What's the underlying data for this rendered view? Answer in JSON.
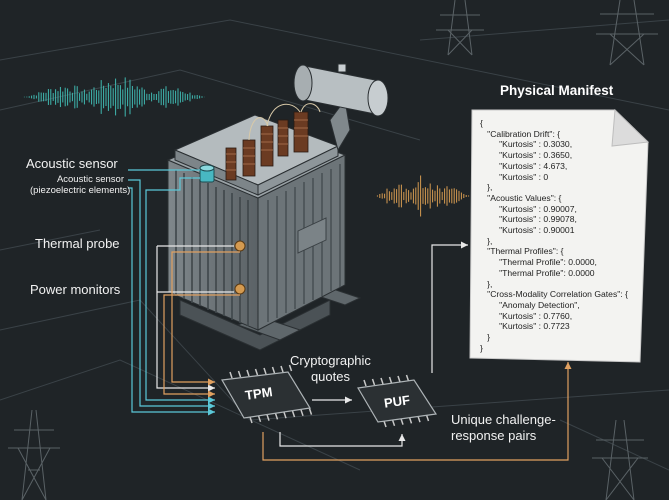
{
  "labels": {
    "acoustic_sensor": "Acoustic sensor",
    "acoustic_sensor_sub1": "Acoustic sensor",
    "acoustic_sensor_sub2": "(piezoelectric elements)",
    "thermal_probe": "Thermal probe",
    "power_monitors": "Power monitors",
    "cryptographic_quotes_1": "Cryptographic",
    "cryptographic_quotes_2": "quotes",
    "challenge_response_1": "Unique challenge-",
    "challenge_response_2": "response pairs"
  },
  "chips": {
    "tpm": "TPM",
    "puf": "PUF"
  },
  "manifest": {
    "title": "Physical Manifest",
    "lines": [
      "{",
      "   \"Calibration Drift\": {",
      "        \"Kurtosis\" : 0.3030,",
      "        \"Kurtosis\" : 0.3650,",
      "        \"Kurtosis\" : 4.673,",
      "        \"Kurtosis\" : 0",
      "   },",
      "   \"Acoustic Values\": {",
      "        \"Kurtosis\" : 0.90007,",
      "        \"Kurtosis\" : 0.99078,",
      "        \"Kurtosis\" : 0.90001",
      "   },",
      "   \"Thermal Profiles\": {",
      "        \"Thermal Profile\": 0.0000,",
      "        \"Thermal Profile\": 0.0000",
      "   },",
      "   \"Cross-Modality Correlation Gates\": {",
      "        \"Anomaly Detection\",",
      "        \"Kurtosis\" : 0.7760,",
      "        \"Kurtosis\" : 0.7723",
      "   }",
      "}"
    ]
  },
  "colors": {
    "background": "#1f2427",
    "cyan_line": "#5bc8d8",
    "orange_line": "#e0a060",
    "white_line": "#e8e8e8",
    "waveform_left": "#3fb8b0",
    "waveform_right": "#d49a50"
  }
}
